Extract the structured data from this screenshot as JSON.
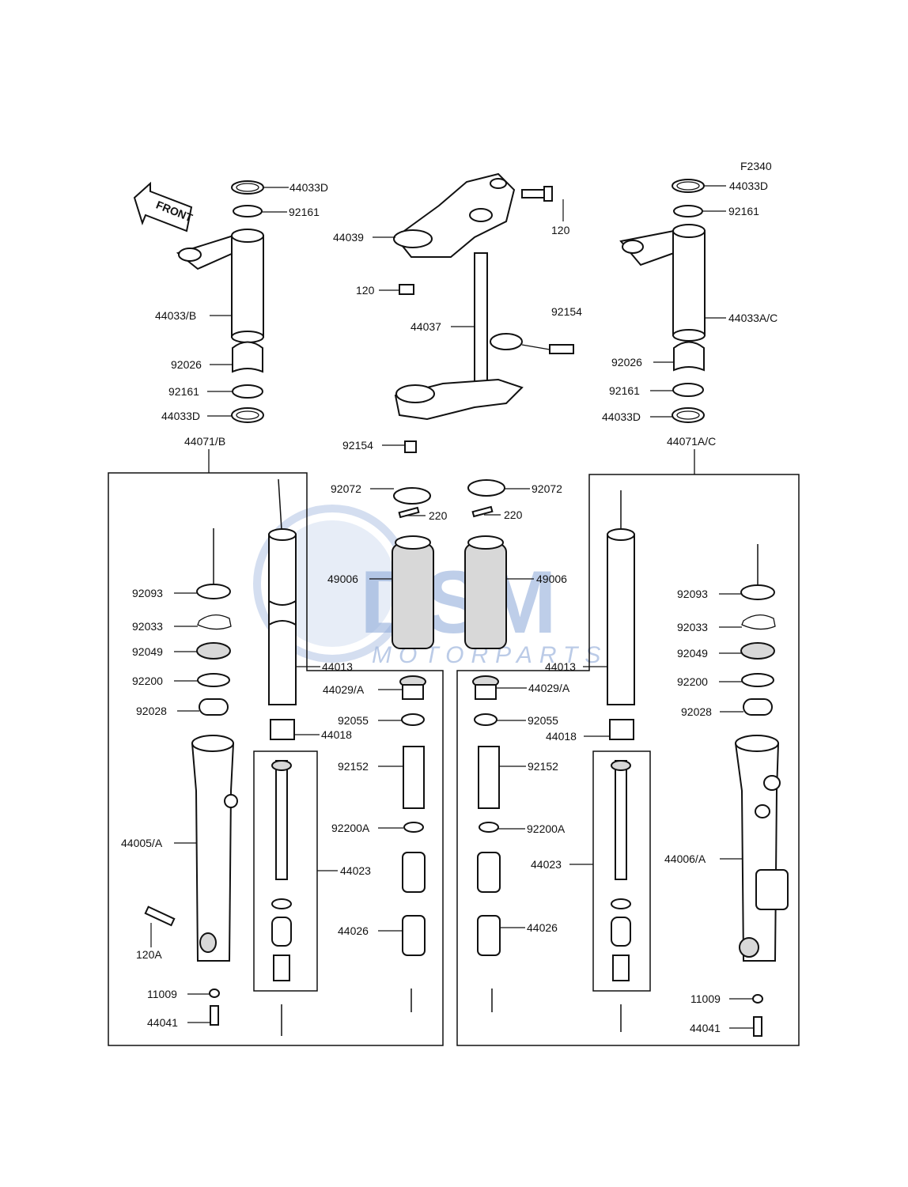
{
  "figure_code": "F2340",
  "front_marker": "FRONT",
  "watermark": {
    "brand": "DSM",
    "sub": "MOTORPARTS"
  },
  "group_labels": {
    "left_assembly": "44071/B",
    "right_assembly": "44071A/C"
  },
  "labels": {
    "l_44033D_top": "44033D",
    "l_92161_top": "92161",
    "l_44033B": "44033/B",
    "l_92026": "92026",
    "l_92161_bot": "92161",
    "l_44033D_bot": "44033D",
    "c_44039": "44039",
    "c_120_right": "120",
    "c_120_left": "120",
    "c_44037": "44037",
    "c_92154_top": "92154",
    "c_92154_bot": "92154",
    "r_F2340": "F2340",
    "r_44033D_top": "44033D",
    "r_92161_top": "92161",
    "r_44033AC": "44033A/C",
    "r_92026": "92026",
    "r_92161_bot": "92161",
    "r_44033D_bot": "44033D",
    "l_92093": "92093",
    "l_92033": "92033",
    "l_92049": "92049",
    "l_92200": "92200",
    "l_92028": "92028",
    "l_44005A": "44005/A",
    "l_120A": "120A",
    "l_11009": "11009",
    "l_44041": "44041",
    "l_44013": "44013",
    "l_44018": "44018",
    "l_44023": "44023",
    "cl_92072": "92072",
    "cl_220": "220",
    "cl_49006": "49006",
    "cl_44029A": "44029/A",
    "cl_92055": "92055",
    "cl_92152": "92152",
    "cl_92200A": "92200A",
    "cl_44026": "44026",
    "cr_92072": "92072",
    "cr_220": "220",
    "cr_49006": "49006",
    "cr_44029A": "44029/A",
    "cr_92055": "92055",
    "cr_92152": "92152",
    "cr_92200A": "92200A",
    "cr_44026": "44026",
    "r_44013": "44013",
    "r_44018": "44018",
    "r_44023": "44023",
    "r_92093": "92093",
    "r_92033": "92033",
    "r_92049": "92049",
    "r_92200": "92200",
    "r_92028": "92028",
    "r_44006A": "44006/A",
    "r_11009": "11009",
    "r_44041": "44041"
  }
}
